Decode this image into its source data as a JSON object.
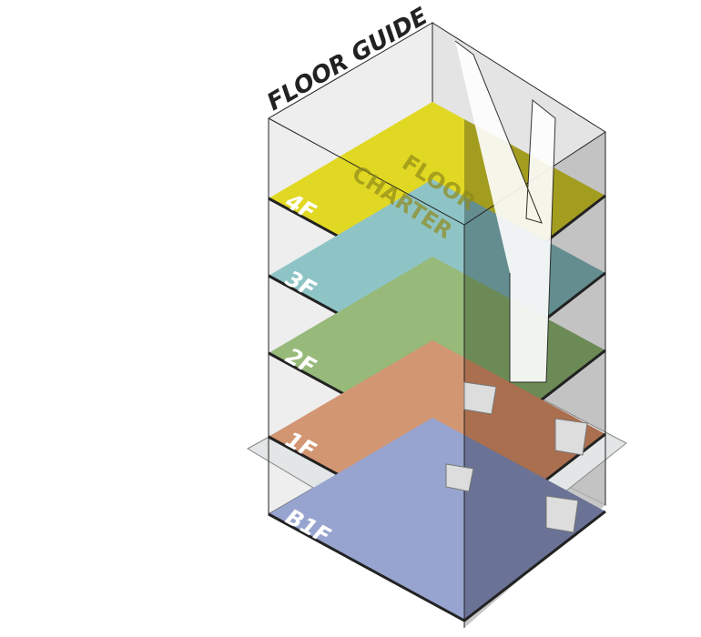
{
  "title": "FLOOR GUIDE",
  "watermark": [
    "FLOOR",
    "CHARTER"
  ],
  "floors": [
    {
      "label": "4F",
      "color": "#e1d823",
      "dark": "#a39d1f"
    },
    {
      "label": "3F",
      "color": "#8fc4c6",
      "dark": "#648d8f"
    },
    {
      "label": "2F",
      "color": "#97b97a",
      "dark": "#6c8a55"
    },
    {
      "label": "1F",
      "color": "#d39672",
      "dark": "#a96f4f"
    },
    {
      "label": "B1F",
      "color": "#97a4cf",
      "dark": "#6a7295"
    }
  ]
}
